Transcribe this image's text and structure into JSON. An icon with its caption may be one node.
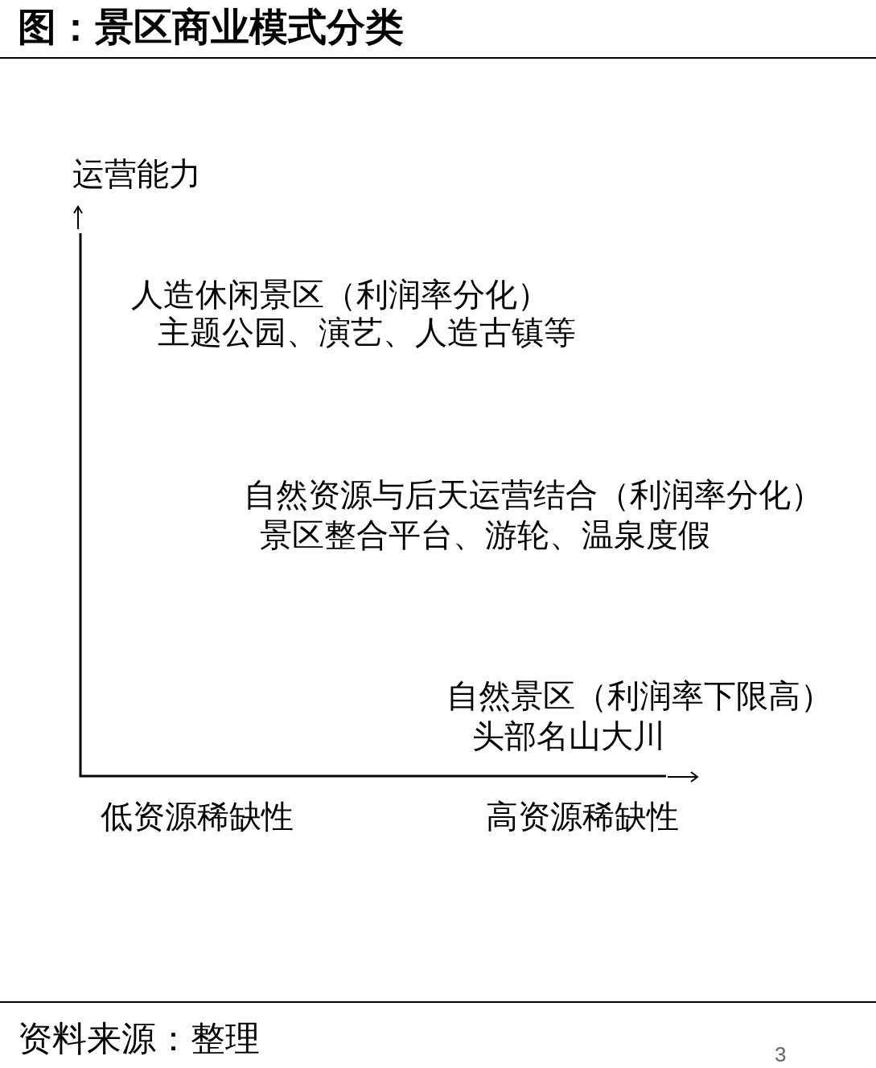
{
  "diagram": {
    "title": "图：景区商业模式分类",
    "caption": "资料来源：整理",
    "labels": [
      "运营能力",
      "人造休闲景区（利润率分化）",
      "主题公园、演艺、人造古镇等",
      "自然资源与后天运营结合（利润率分化）",
      "景区整合平台、游轮、温泉度假",
      "自然景区（利润率下限高）",
      "头部名山大川",
      "低资源稀缺性",
      "高资源稀缺性",
      "3"
    ]
  }
}
